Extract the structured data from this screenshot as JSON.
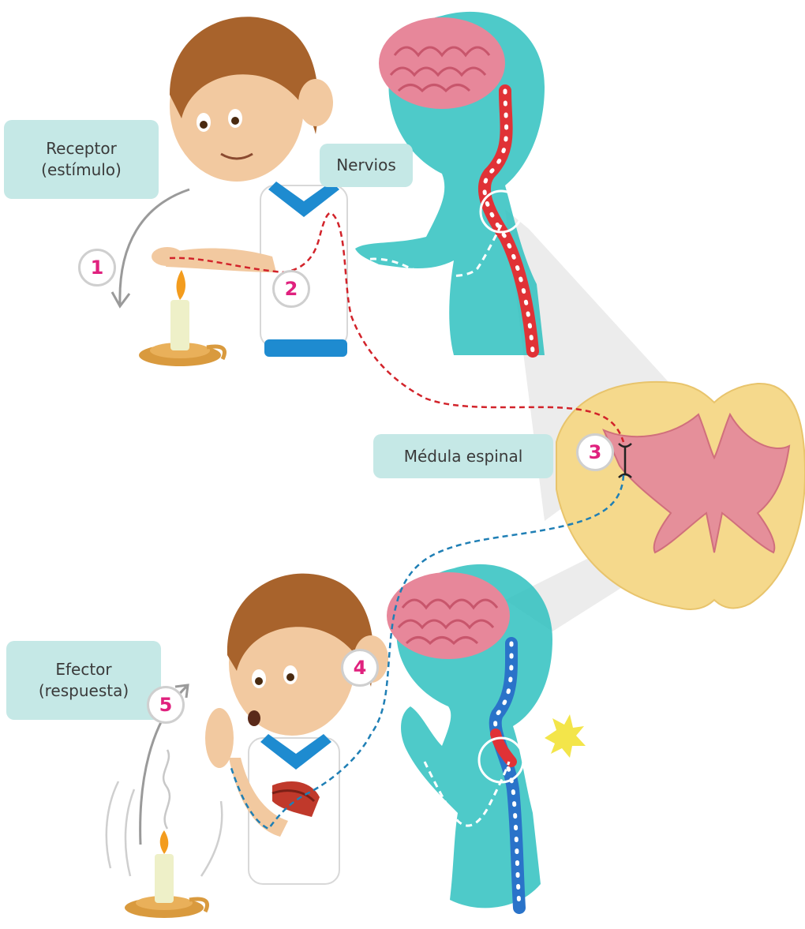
{
  "labels": {
    "receptor_line1": "Receptor",
    "receptor_line2": "(estímulo)",
    "nervios": "Nervios",
    "medula": "Médula espinal",
    "efector_line1": "Efector",
    "efector_line2": "(respuesta)"
  },
  "steps": [
    "1",
    "2",
    "3",
    "4",
    "5"
  ],
  "colors": {
    "label_bg": "#c5e8e6",
    "step_number": "#e0217e",
    "sensory_path": "#d2232a",
    "motor_path": "#1f7fb5",
    "silhouette": "#2fc1c0",
    "spinal_cord_white": "#f5d98c",
    "spinal_cord_gray": "#e58f9a",
    "brain": "#e7879a",
    "skin": "#f2c9a0",
    "hair": "#a8632c",
    "shirt": "#ffffff",
    "collar": "#1e8bd0",
    "candle": "#eef0c8",
    "flame": "#f39c1e",
    "holder": "#d99a3e"
  },
  "icons": [
    "brain-icon",
    "candle-icon",
    "spinal-cord-icon",
    "boy-icon",
    "silhouette-icon",
    "pain-burst-icon"
  ]
}
